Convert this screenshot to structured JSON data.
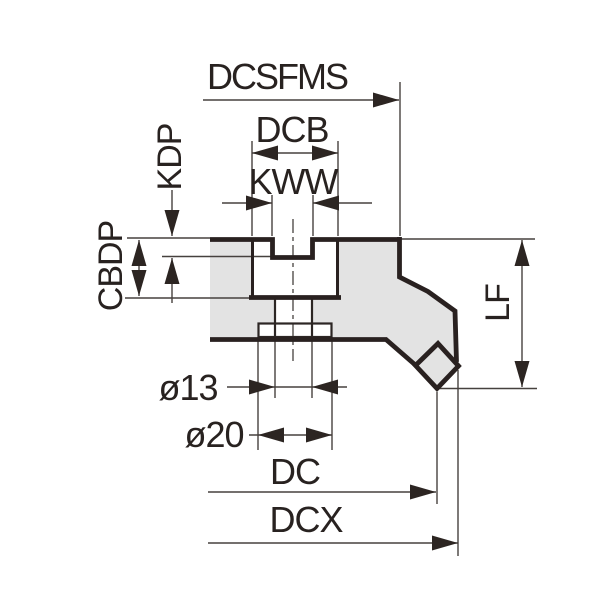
{
  "figure": {
    "type": "technical_dimension_drawing",
    "subject": "milling cutter body cross-section with insert and dimension callouts",
    "background": "#ffffff",
    "colors": {
      "body_fill": "#e3e3e3",
      "outline": "#292120",
      "thin_line": "#46413e",
      "arrow": "#2c2522",
      "text": "#282220"
    },
    "labels": {
      "dcsfms": "DCSFMS",
      "dcb": "DCB",
      "kww": "KWW",
      "kdp": "KDP",
      "cbdp": "CBDP",
      "lf": "LF",
      "dia13": "ø13",
      "dia20": "ø20",
      "dc": "DC",
      "dcx": "DCX"
    }
  }
}
